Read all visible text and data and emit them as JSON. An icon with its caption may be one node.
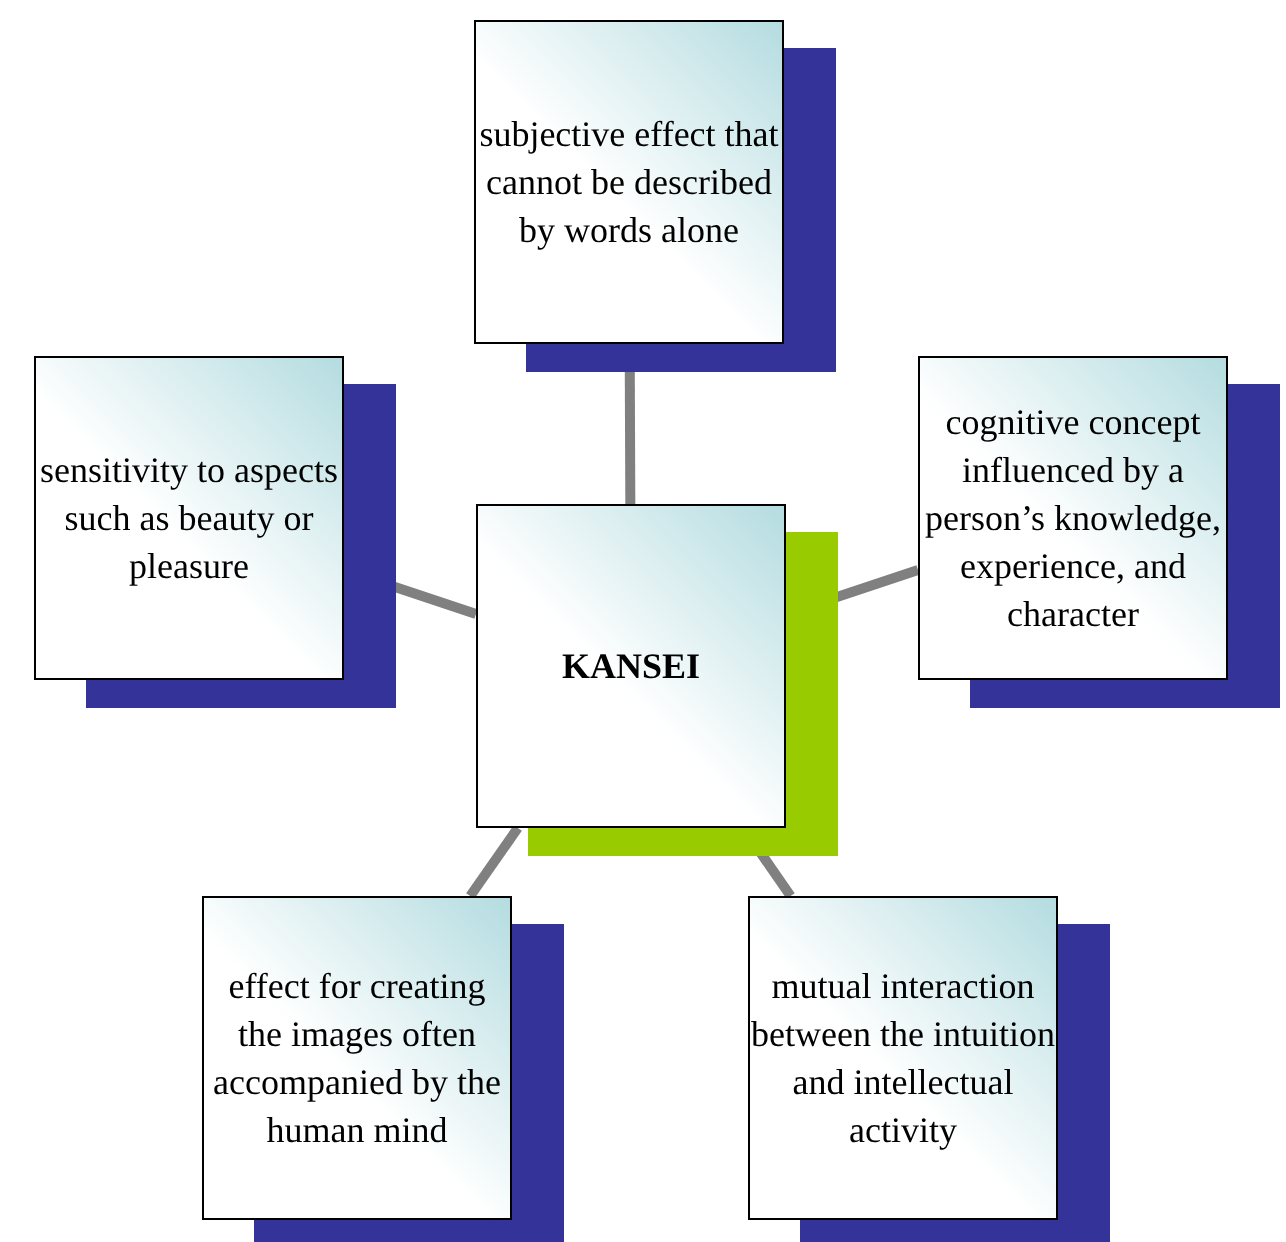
{
  "diagram": {
    "nodes": [
      {
        "text": [
          "subjective effect that cannot be described by words alone"
        ]
      },
      {
        "text": [
          "sensitivity to aspects such as beauty or pleasure"
        ]
      },
      {
        "text": [
          "KANSEI"
        ]
      },
      {
        "text": [
          "cognitive concept influenced by a person’s knowledge, experience, and character"
        ]
      },
      {
        "text": [
          "effect for creating the images often accompanied by the human mind"
        ]
      },
      {
        "text": [
          "mutual interaction between the intuition and intellectual activity"
        ]
      }
    ],
    "edges": [
      {
        "from": 2,
        "to": 0,
        "arrow": "none"
      },
      {
        "from": 2,
        "to": 1,
        "arrow": "none"
      },
      {
        "from": 2,
        "to": 3,
        "arrow": "none"
      },
      {
        "from": 2,
        "to": 4,
        "arrow": "none"
      },
      {
        "from": 2,
        "to": 5,
        "arrow": "none"
      }
    ]
  }
}
